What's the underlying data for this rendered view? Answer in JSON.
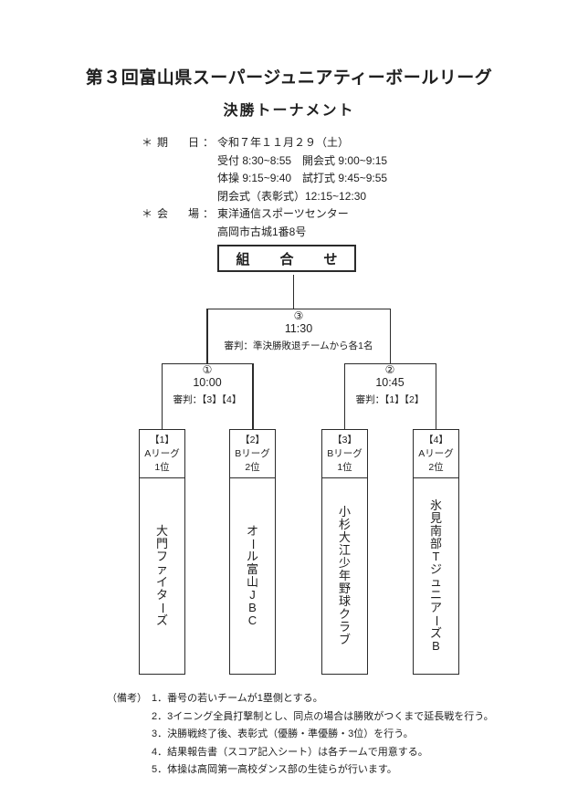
{
  "page": {
    "title": "第３回富山県スーパージュニアティーボールリーグ",
    "subtitle": "決勝トーナメント"
  },
  "info": {
    "date": {
      "bullet": "＊",
      "label_left": "期",
      "label_right": "日",
      "colon": "：",
      "lines": [
        "令和７年１１月２９（土）",
        "受付 8:30~8:55　開会式 9:00~9:15",
        "体操 9:15~9:40　試打式 9:45~9:55",
        "閉会式（表彰式）12:15~12:30"
      ]
    },
    "venue": {
      "bullet": "＊",
      "label_left": "会",
      "label_right": "場",
      "colon": "：",
      "lines": [
        "東洋通信スポーツセンター",
        "高岡市古城1番8号"
      ]
    }
  },
  "bracket": {
    "box_title": "組　合　せ",
    "final": {
      "id": "③",
      "time": "11:30",
      "referee": "審判：準決勝敗退チームから各1名"
    },
    "semi1": {
      "id": "①",
      "time": "10:00",
      "referee": "審判：【3】【4】"
    },
    "semi2": {
      "id": "②",
      "time": "10:45",
      "referee": "審判：【1】【2】"
    }
  },
  "teams": [
    {
      "seed": "【1】",
      "league": "Aリーグ",
      "rank": "1位",
      "name": "大門ファイターズ"
    },
    {
      "seed": "【2】",
      "league": "Bリーグ",
      "rank": "2位",
      "name": "オール富山JBC"
    },
    {
      "seed": "【3】",
      "league": "Bリーグ",
      "rank": "1位",
      "name": "小杉大江少年野球クラブ"
    },
    {
      "seed": "【4】",
      "league": "Aリーグ",
      "rank": "2位",
      "name": "氷見南部TジュニアーズB"
    }
  ],
  "notes": {
    "label": "（備考）",
    "items": [
      "1．番号の若いチームが1塁側とする。",
      "2．3イニング全員打撃制とし、同点の場合は勝敗がつくまで延長戦を行う。",
      "3．決勝戦終了後、表彰式（優勝・準優勝・3位）を行う。",
      "4．結果報告書（スコア記入シート）は各チームで用意する。",
      "5．体操は高岡第一高校ダンス部の生徒らが行います。"
    ]
  }
}
